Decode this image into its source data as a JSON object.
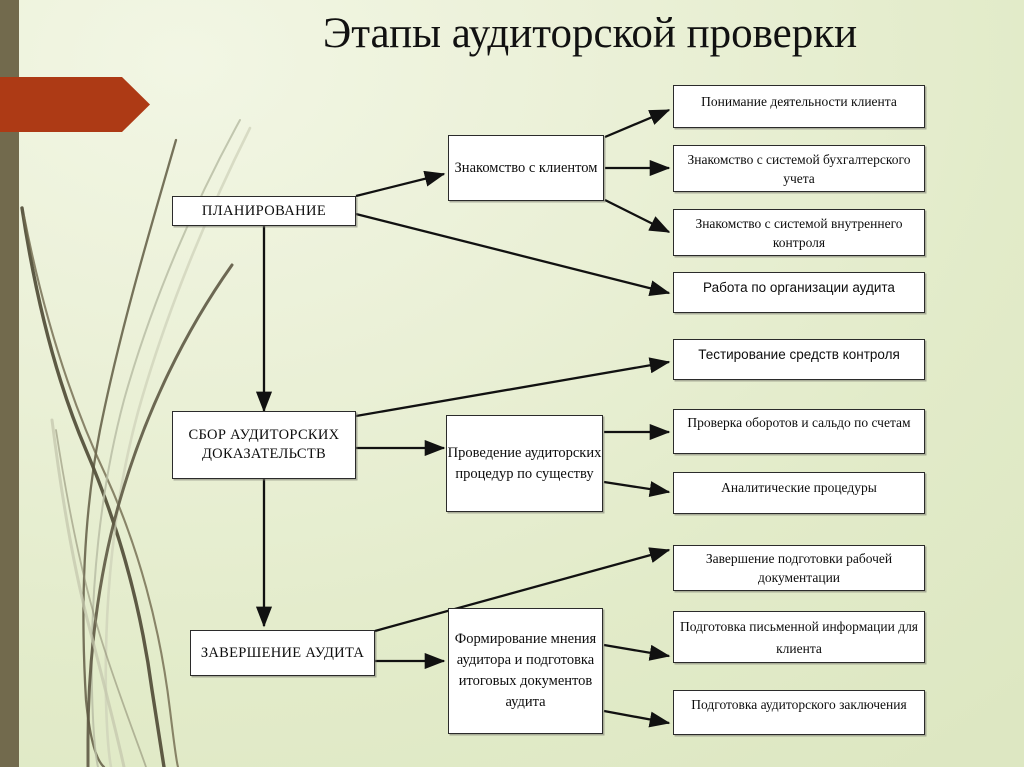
{
  "slide": {
    "title": "Этапы аудиторской проверки",
    "background_color": "#e7efd2",
    "accent_bar_color": "#726a4d",
    "banner_color": "#ad3a15",
    "box_border_color": "#2b2b2b",
    "box_fill_color": "#ffffff"
  },
  "decor": {
    "left_bar": "vertical-olive-bar",
    "banner": "red-arrow-banner",
    "grass": "decorative-grass-strokes"
  },
  "diagram": {
    "type": "flowchart",
    "stages": [
      {
        "id": "planning",
        "label": "ПЛАНИРОВАНИЕ"
      },
      {
        "id": "evidence",
        "label": "СБОР АУДИТОРСКИХ ДОКАЗАТЕЛЬСТВ"
      },
      {
        "id": "completion",
        "label": "ЗАВЕРШЕНИЕ АУДИТА"
      }
    ],
    "middle": [
      {
        "id": "acquaintance",
        "label": "Знакомство с клиентом"
      },
      {
        "id": "procedures",
        "label": "Проведение аудиторских процедур по существу"
      },
      {
        "id": "opinion",
        "label": "Формирование мнения аудитора и подготовка итоговых документов аудита"
      }
    ],
    "outcomes": [
      {
        "id": "understanding",
        "label": "Понимание деятельности клиента",
        "font": "serif"
      },
      {
        "id": "accounting",
        "label": "Знакомство с системой бухгалтерского учета",
        "font": "serif"
      },
      {
        "id": "internal",
        "label": "Знакомство с системой внутреннего контроля",
        "font": "serif"
      },
      {
        "id": "organization",
        "label": "Работа по организации аудита",
        "font": "sans"
      },
      {
        "id": "testing",
        "label": "Тестирование средств контроля",
        "font": "sans"
      },
      {
        "id": "turnover",
        "label": "Проверка оборотов и сальдо по счетам",
        "font": "serif"
      },
      {
        "id": "analytical",
        "label": "Аналитические процедуры",
        "font": "serif"
      },
      {
        "id": "workdocs",
        "label": "Завершение подготовки рабочей документации",
        "font": "serif"
      },
      {
        "id": "written",
        "label": "Подготовка письменной информации для клиента",
        "font": "serif"
      },
      {
        "id": "conclusion",
        "label": "Подготовка аудиторского заключения",
        "font": "serif"
      }
    ],
    "connections": [
      {
        "from": "planning",
        "to": "acquaintance"
      },
      {
        "from": "planning",
        "to": "organization"
      },
      {
        "from": "planning",
        "to": "evidence"
      },
      {
        "from": "acquaintance",
        "to": "understanding"
      },
      {
        "from": "acquaintance",
        "to": "accounting"
      },
      {
        "from": "acquaintance",
        "to": "internal"
      },
      {
        "from": "evidence",
        "to": "testing"
      },
      {
        "from": "evidence",
        "to": "procedures"
      },
      {
        "from": "evidence",
        "to": "completion"
      },
      {
        "from": "procedures",
        "to": "turnover"
      },
      {
        "from": "procedures",
        "to": "analytical"
      },
      {
        "from": "completion",
        "to": "workdocs"
      },
      {
        "from": "completion",
        "to": "opinion"
      },
      {
        "from": "opinion",
        "to": "written"
      },
      {
        "from": "opinion",
        "to": "conclusion"
      }
    ]
  }
}
